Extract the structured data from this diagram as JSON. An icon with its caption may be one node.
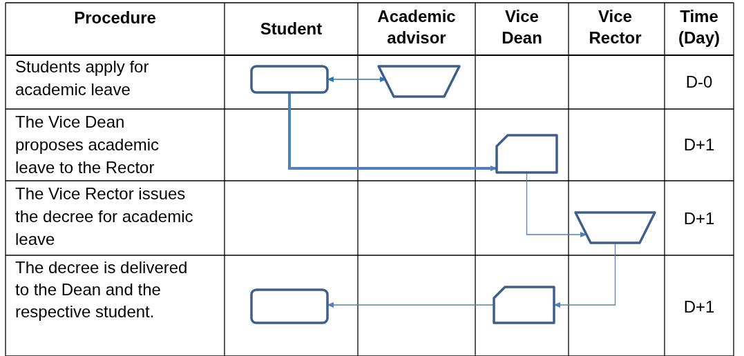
{
  "diagram": {
    "nodes": [
      {
        "text": [],
        "shape": "box"
      },
      {
        "text": [],
        "shape": "trapezoid"
      },
      {
        "text": [],
        "shape": "card"
      },
      {
        "text": [],
        "shape": "trapezoid"
      },
      {
        "text": [],
        "shape": "box"
      },
      {
        "text": [],
        "shape": "card"
      }
    ],
    "edges": [
      {
        "from": 0,
        "to": 1,
        "arrow": "both",
        "color": "#2e75b6"
      },
      {
        "from": 0,
        "to": 2,
        "arrow": "to",
        "style": "thick"
      },
      {
        "from": 2,
        "to": 3,
        "arrow": "to"
      },
      {
        "from": 3,
        "to": 5,
        "arrow": "to"
      },
      {
        "from": 5,
        "to": 4,
        "arrow": "to"
      }
    ],
    "labels": [
      "Procedure",
      "Student",
      "Academic advisor",
      "Vice Dean",
      "Vice Rector",
      "Time (Day)",
      "Students apply for academic leave",
      "D-0",
      "The Vice Dean proposes academic leave to the Rector",
      "D+1",
      "The Vice Rector issues the decree for academic leave",
      "D+1",
      "The decree is delivered to the Dean and the respective student.",
      "D+1"
    ]
  }
}
